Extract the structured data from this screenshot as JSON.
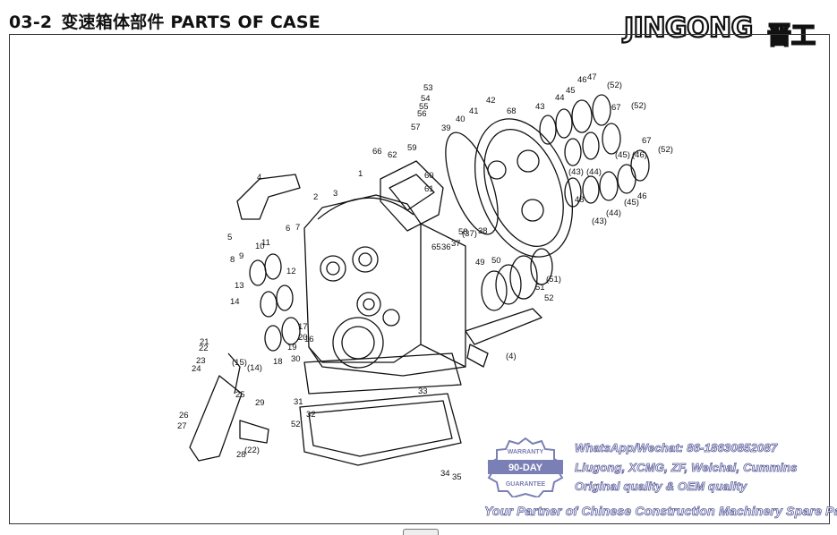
{
  "header": {
    "code": "03-2",
    "title": "变速箱体部件 PARTS OF CASE"
  },
  "logo": {
    "text": "JINGONG",
    "cn": "晋工"
  },
  "watermark": {
    "line1": "WhatsApp/Wechat: 86-18630852087",
    "line2": "Liugong, XCMG, ZF, Weichai, Cummins",
    "line3": "Original quality & OEM quality",
    "line4": "Your Partner of Chinese Construction Machinery Spare Parts",
    "seal_top": "WARRANTY",
    "seal_mid": "90-DAY",
    "seal_bottom": "GUARANTEE"
  },
  "colors": {
    "line": "#111111",
    "watermark": "#5b5e9a",
    "seal": "#7a7fb5"
  },
  "callouts": [
    "53",
    "54",
    "55",
    "56",
    "57",
    "39",
    "40",
    "41",
    "42",
    "68",
    "43",
    "44",
    "45",
    "46",
    "47",
    "(52)",
    "67",
    "(52)",
    "67",
    "(52)",
    "58",
    "59",
    "66",
    "62",
    "60",
    "61",
    "1",
    "2",
    "3",
    "4",
    "5",
    "6",
    "7",
    "8",
    "9",
    "10",
    "11",
    "12",
    "(43)",
    "(44)",
    "(45)",
    "(46)",
    "48",
    "(45)",
    "(44)",
    "(43)",
    "46",
    "65",
    "36",
    "37",
    "38",
    "(37)",
    "49",
    "50",
    "(51)",
    "51",
    "52",
    "13",
    "14",
    "21",
    "22",
    "23",
    "24",
    "(15)",
    "(14)",
    "18",
    "19",
    "30",
    "20",
    "17",
    "25",
    "29",
    "31",
    "32",
    "52",
    "26",
    "27",
    "28",
    "(22)",
    "34",
    "35",
    "(4)",
    "33",
    "16"
  ]
}
